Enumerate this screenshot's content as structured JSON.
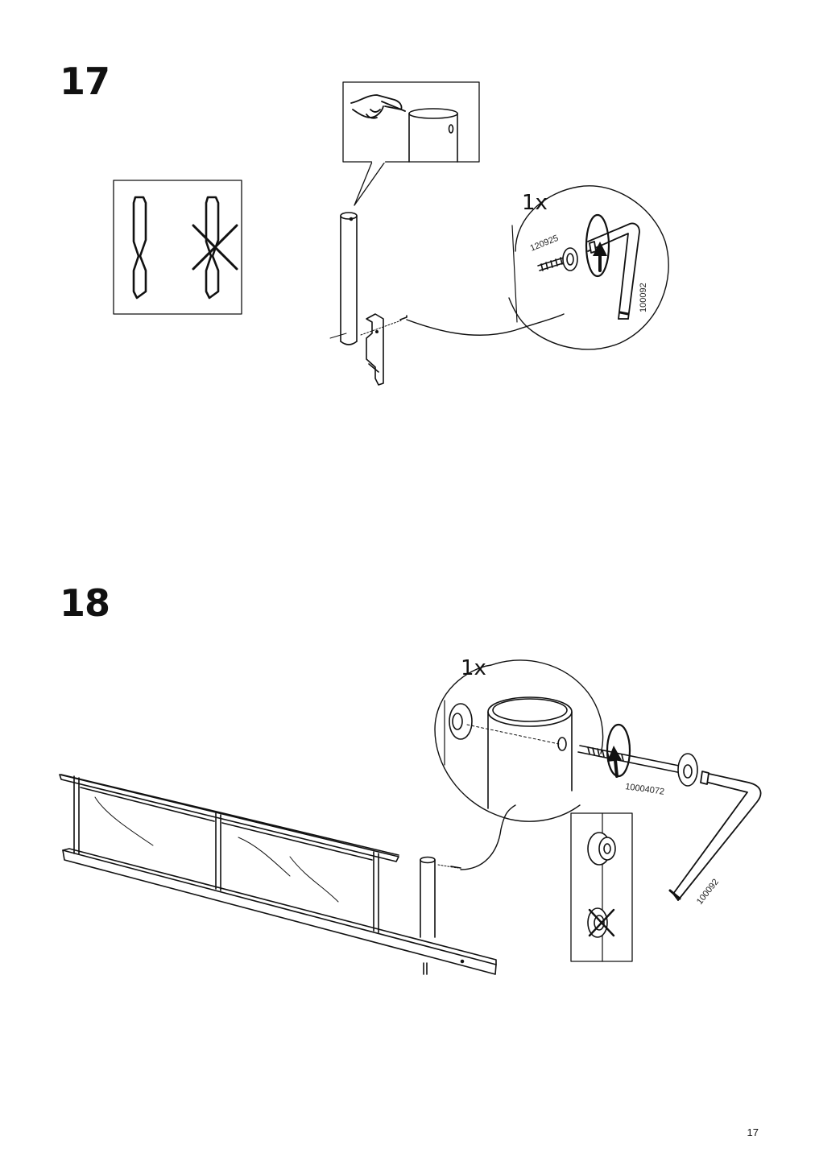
{
  "steps": [
    {
      "number": "17",
      "quantity": "1x",
      "parts": [
        "120925",
        "100092"
      ]
    },
    {
      "number": "18",
      "quantity": "1x",
      "parts": [
        "10004072",
        "100092"
      ]
    }
  ],
  "page": {
    "number": "17"
  }
}
